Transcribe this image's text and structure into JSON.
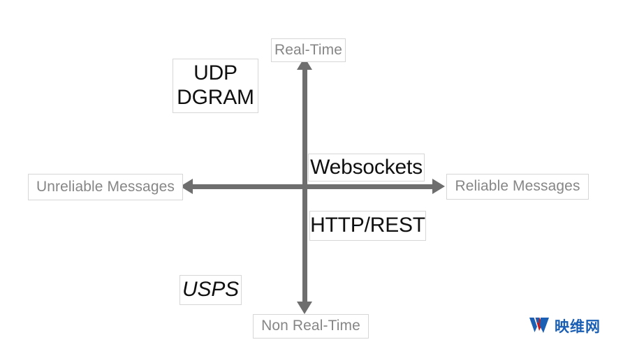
{
  "diagram": {
    "type": "quadrant",
    "axes": {
      "vertical": {
        "top_label": "Real-Time",
        "bottom_label": "Non Real-Time",
        "color": "#6e6e6e"
      },
      "horizontal": {
        "left_label": "Unreliable Messages",
        "right_label": "Reliable Messages",
        "color": "#6e6e6e"
      }
    },
    "nodes": [
      {
        "id": "udp-dgram",
        "line1": "UDP",
        "line2": "DGRAM",
        "quadrant": "top-left",
        "style": "normal"
      },
      {
        "id": "websockets",
        "label": "Websockets",
        "quadrant": "top-right",
        "style": "normal"
      },
      {
        "id": "http-rest",
        "label": "HTTP/REST",
        "quadrant": "bottom-right",
        "style": "normal"
      },
      {
        "id": "usps",
        "label": "USPS",
        "quadrant": "bottom-left",
        "style": "italic"
      }
    ],
    "label_color": "#868686",
    "node_color": "#101010",
    "border_color": "#d6d6d6"
  },
  "watermark": {
    "text": "映维网",
    "mark_primary_color": "#1a5fb4",
    "mark_accent_color": "#d01414"
  }
}
